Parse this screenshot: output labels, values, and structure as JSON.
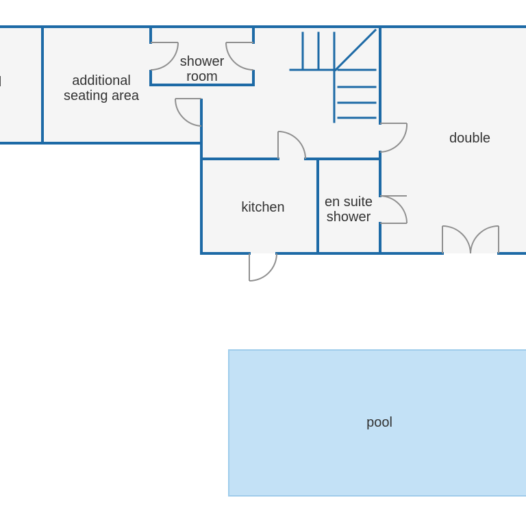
{
  "rooms": {
    "left_room": {
      "label": "l"
    },
    "seating": {
      "line1": "additional",
      "line2": "seating area"
    },
    "shower_room": {
      "line1": "shower",
      "line2": "room"
    },
    "double": {
      "label": "double"
    },
    "kitchen": {
      "label": "kitchen"
    },
    "en_suite": {
      "line1": "en suite",
      "line2": "shower"
    },
    "pool": {
      "label": "pool"
    }
  },
  "colors": {
    "wall": "#1d6aa6",
    "floor": "#f5f5f5",
    "pool_fill": "#c3e1f6",
    "door": "#8f8f8f"
  }
}
